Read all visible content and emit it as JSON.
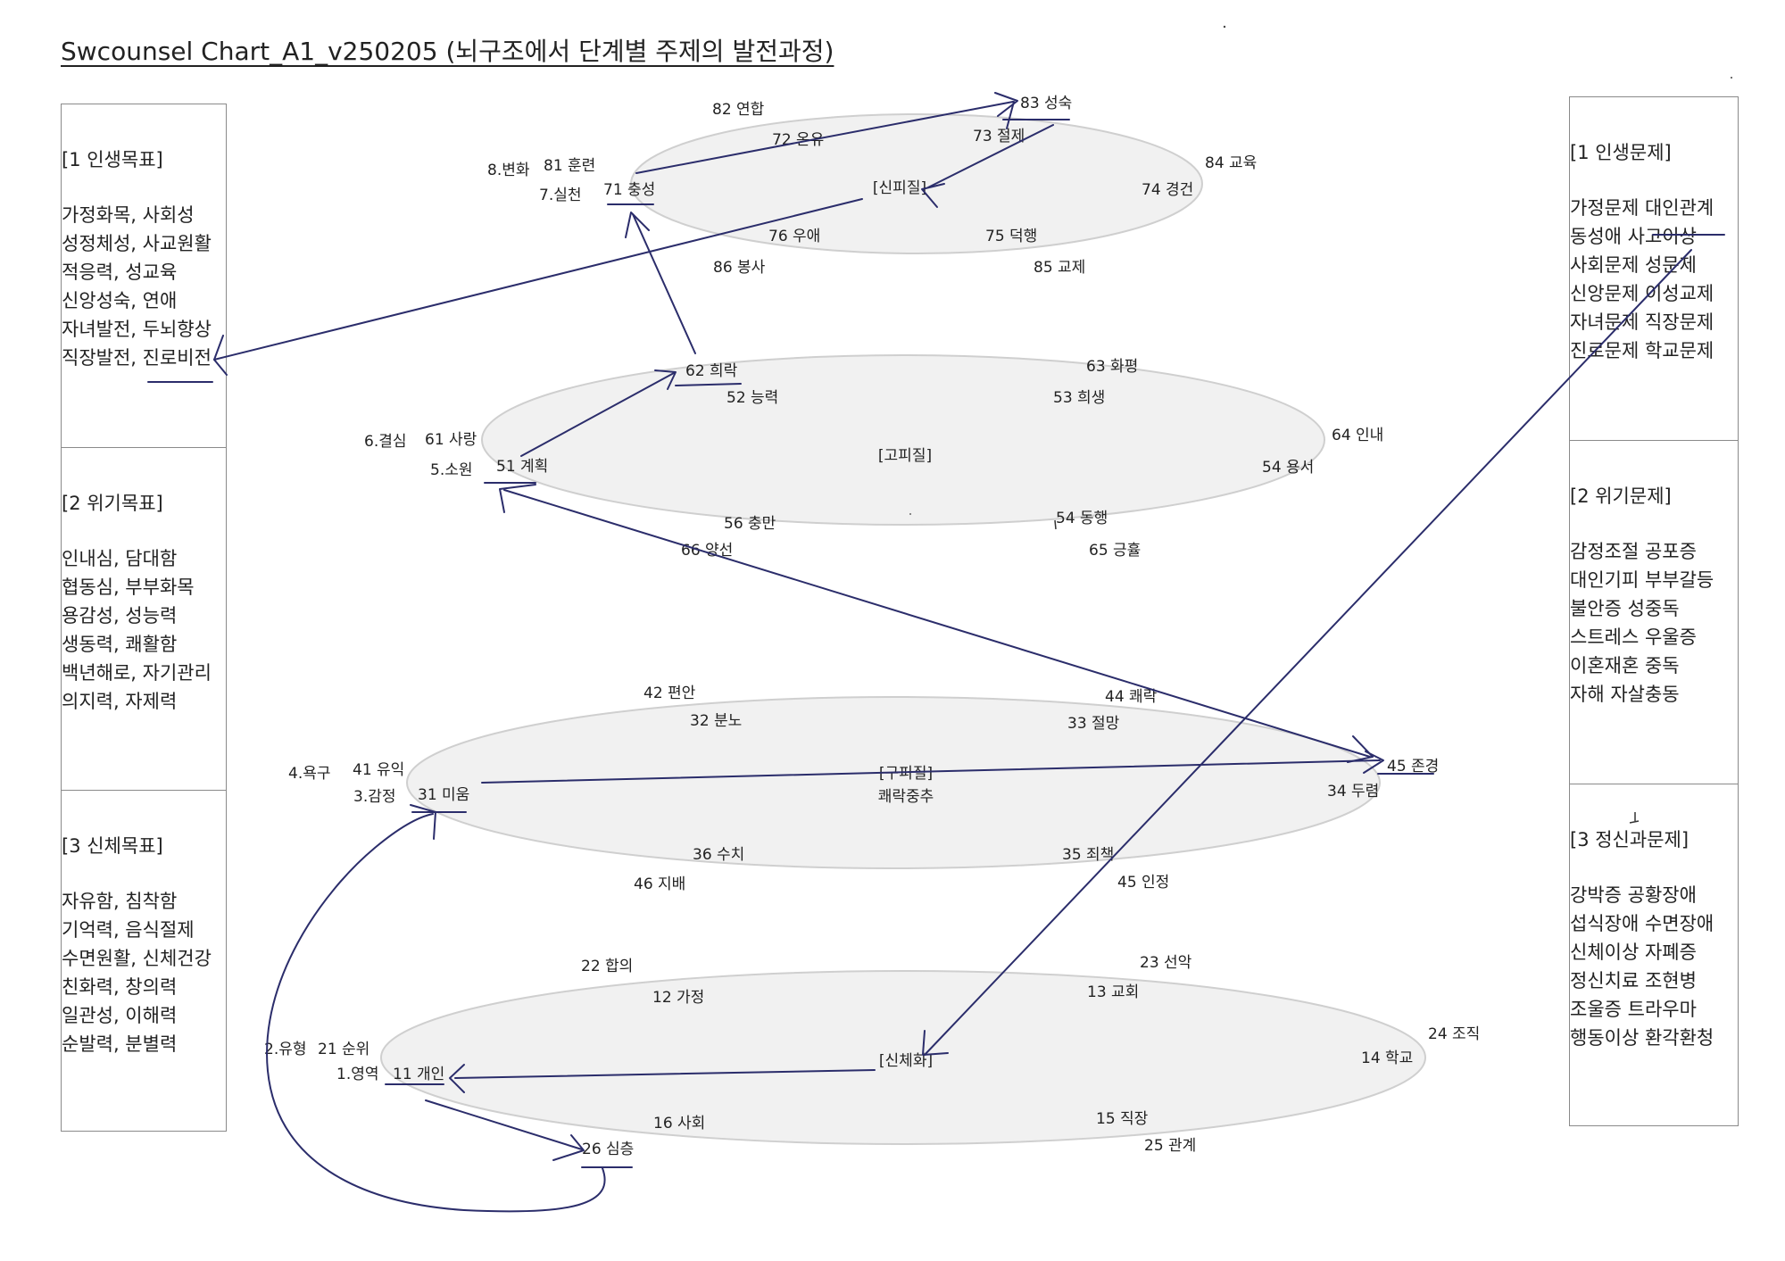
{
  "title": "Swcounsel Chart_A1_v250205 (뇌구조에서 단계별 주제의 발전과정)",
  "left_panel": {
    "sections": [
      {
        "head": "[1 인생목표]",
        "lines": [
          "가정화목, 사회성",
          "성정체성, 사교원활",
          "적응력, 성교육",
          "신앙성숙, 연애",
          "자녀발전, 두뇌향상",
          "직장발전, 진로비전"
        ]
      },
      {
        "head": "[2 위기목표]",
        "lines": [
          "인내심, 담대함",
          "협동심, 부부화목",
          "용감성, 성능력",
          "생동력, 쾌활함",
          "백년해로, 자기관리",
          "의지력, 자제력"
        ]
      },
      {
        "head": "[3 신체목표]",
        "lines": [
          "자유함, 침착함",
          "기억력, 음식절제",
          "수면원활, 신체건강",
          "친화력, 창의력",
          "일관성, 이해력",
          "순발력, 분별력"
        ]
      }
    ]
  },
  "right_panel": {
    "sections": [
      {
        "head": "[1 인생문제]",
        "lines": [
          "가정문제  대인관계",
          "동성애  사고이상",
          "사회문제  성문제",
          "신앙문제  이성교제",
          "자녀문제  직장문제",
          "진로문제  학교문제"
        ]
      },
      {
        "head": "[2 위기문제]",
        "lines": [
          "감정조절  공포증",
          "대인기피  부부갈등",
          "불안증  성중독",
          "스트레스  우울증",
          "이혼재혼  중독",
          "자해  자살충동"
        ]
      },
      {
        "head": "[3 정신과문제]",
        "lines": [
          "강박증  공황장애",
          "섭식장애  수면장애",
          "신체이상  자폐증",
          "정신치료  조현병",
          "조울증  트라우마",
          "행동이상  환각환청"
        ]
      }
    ]
  },
  "levels": [
    {
      "center": "[신피질]",
      "labels": [
        "8.변화",
        "7.실천",
        "81 훈련",
        "71 충성",
        "82 연합",
        "72 온유",
        "83 성숙",
        "73 절제",
        "84 교육",
        "74 경건",
        "76 우애",
        "75 덕행",
        "86 봉사",
        "85 교제"
      ]
    },
    {
      "center": "[고피질]",
      "labels": [
        "6.결심",
        "5.소원",
        "61 사랑",
        "51 계획",
        "62 희락",
        "52 능력",
        "63 화평",
        "53 희생",
        "64 인내",
        "54 용서",
        "56 충만",
        "54 동행",
        "66 양선",
        "65 긍휼"
      ]
    },
    {
      "center": "[구피질]",
      "center_sub": "쾌락중추",
      "labels": [
        "4.욕구",
        "3.감정",
        "41 유익",
        "31 미움",
        "42 편안",
        "32 분노",
        "44 쾌락",
        "33 절망",
        "45 존경",
        "34 두렴",
        "36 수치",
        "35 죄책",
        "46 지배",
        "45 인정"
      ]
    },
    {
      "center": "[신체화]",
      "labels": [
        "2.유형",
        "1.영역",
        "21 순위",
        "11 개인",
        "22 합의",
        "12 가정",
        "23 선악",
        "13 교회",
        "24 조직",
        "14 학교",
        "16 사회",
        "15 직장",
        "26 심층",
        "25 관계"
      ]
    }
  ],
  "colors": {
    "arrow": "#2b2d6b",
    "ellipse_fill": "#f1f1f1",
    "ellipse_stroke": "#cfcfcf",
    "panel_border": "#8a8a8a"
  }
}
